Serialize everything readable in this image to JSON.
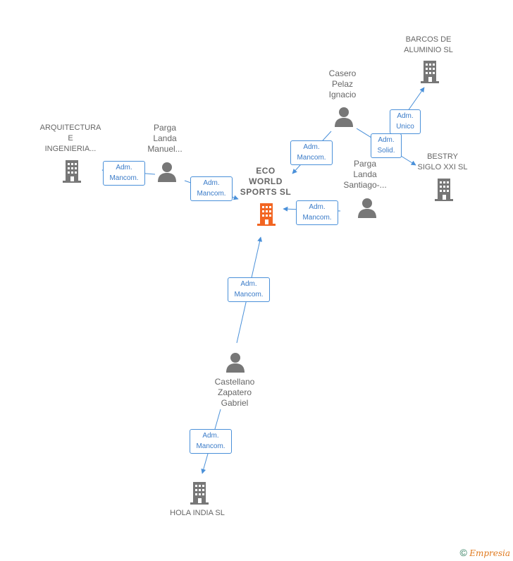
{
  "nodes": {
    "main": {
      "lines": [
        "ECO",
        "WORLD",
        "SPORTS  SL"
      ]
    },
    "arquitectura": {
      "lines": [
        "ARQUITECTURA",
        "E",
        "INGENIERIA..."
      ]
    },
    "parga_manuel": {
      "lines": [
        "Parga",
        "Landa",
        "Manuel..."
      ]
    },
    "casero": {
      "lines": [
        "Casero",
        "Pelaz",
        "Ignacio"
      ]
    },
    "barcos": {
      "lines": [
        "BARCOS DE",
        "ALUMINIO SL"
      ]
    },
    "bestry": {
      "lines": [
        "BESTRY",
        "SIGLO XXI  SL"
      ]
    },
    "parga_santiago": {
      "lines": [
        "Parga",
        "Landa",
        "Santiago-..."
      ]
    },
    "castellano": {
      "lines": [
        "Castellano",
        "Zapatero",
        "Gabriel"
      ]
    },
    "hola": {
      "lines": [
        "HOLA INDIA  SL"
      ]
    }
  },
  "relations": {
    "arq_manuel": [
      "Adm.",
      "Mancom."
    ],
    "manuel_main": [
      "Adm.",
      "Mancom."
    ],
    "casero_main": [
      "Adm.",
      "Mancom."
    ],
    "casero_barcos": [
      "Adm.",
      "Unico"
    ],
    "casero_bestry": [
      "Adm.",
      "Solid."
    ],
    "santiago_main": [
      "Adm.",
      "Mancom."
    ],
    "castellano_main": [
      "Adm.",
      "Mancom."
    ],
    "castellano_hola": [
      "Adm.",
      "Mancom."
    ]
  },
  "colors": {
    "main": "#f26522",
    "company": "#777777",
    "person": "#777777",
    "edge": "#4a90d9"
  },
  "footer": {
    "copyright": "©",
    "brand": "Empresia"
  }
}
